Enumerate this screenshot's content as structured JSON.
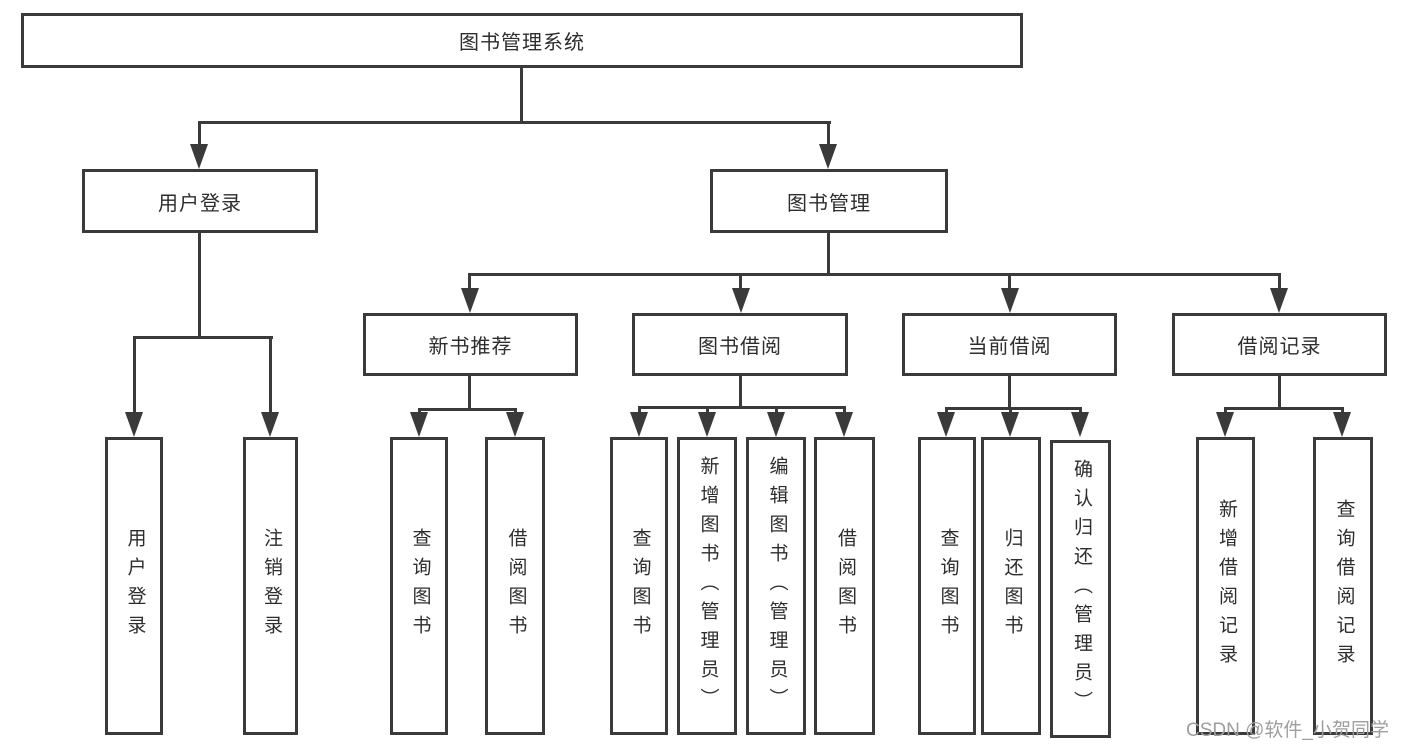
{
  "title": "图书管理系统",
  "branches": [
    {
      "label": "用户登录",
      "children": [
        "用户登录",
        "注销登录"
      ]
    },
    {
      "label": "图书管理",
      "groups": [
        {
          "label": "新书推荐",
          "children": [
            "查询图书",
            "借阅图书"
          ]
        },
        {
          "label": "图书借阅",
          "children": [
            "查询图书",
            "新增图书（管理员）",
            "编辑图书（管理员）",
            "借阅图书"
          ]
        },
        {
          "label": "当前借阅",
          "children": [
            "查询图书",
            "归还图书",
            "确认归还（管理员）"
          ]
        },
        {
          "label": "借阅记录",
          "children": [
            "新增借阅记录",
            "查询借阅记录"
          ]
        }
      ]
    }
  ],
  "watermark": "CSDN @软件_小贺同学",
  "colors": {
    "line": "#3a3a3a",
    "text": "#2d2d2d",
    "watermark": "#9e9e9e",
    "background": "#ffffff"
  }
}
